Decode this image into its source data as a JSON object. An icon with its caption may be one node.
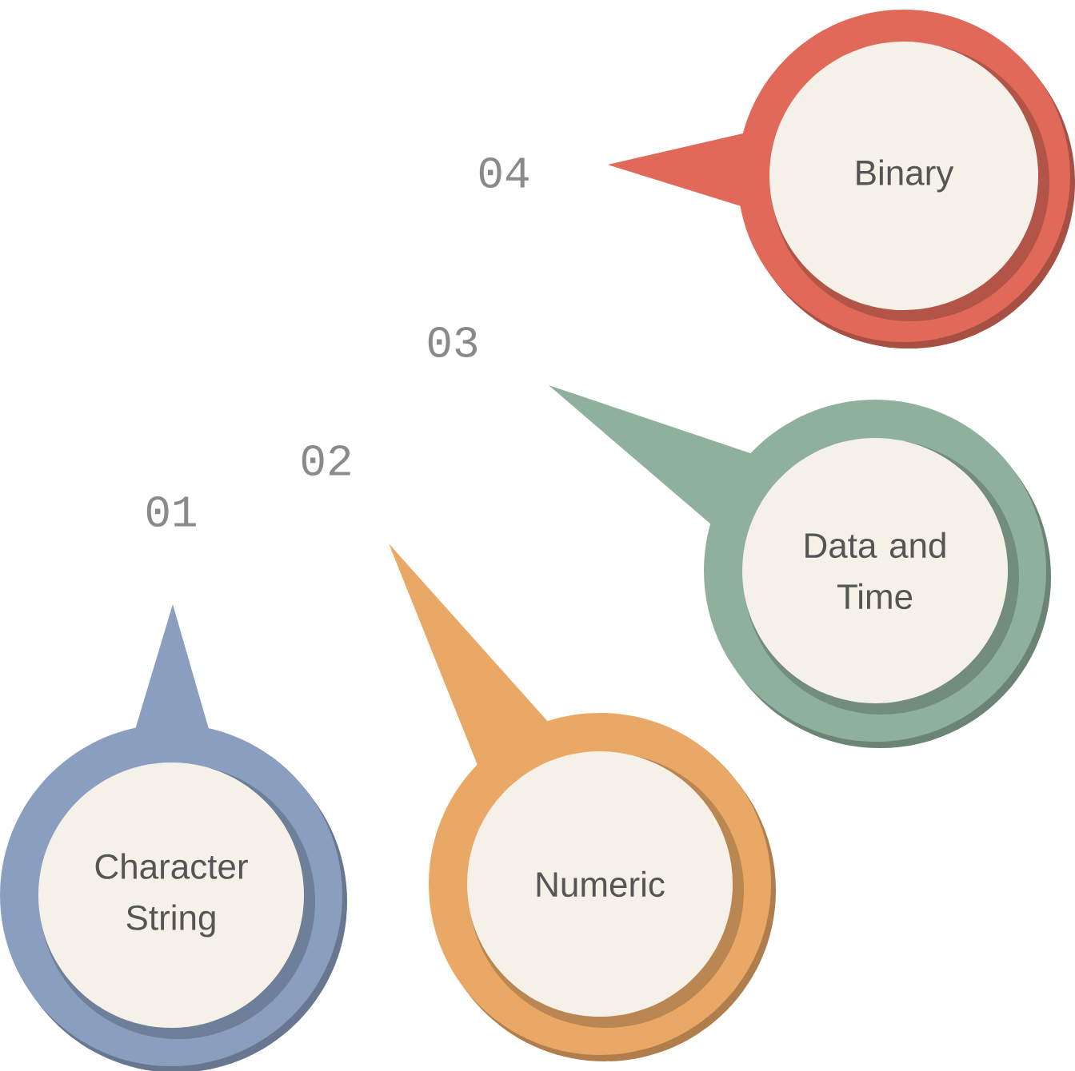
{
  "diagram": {
    "nodes": [
      {
        "text": [
          "Binary"
        ],
        "beside": [
          "04"
        ]
      },
      {
        "text": [
          "Data and Time"
        ],
        "beside": [
          "03"
        ]
      },
      {
        "text": [
          "Character String"
        ],
        "beside": [
          "01"
        ]
      },
      {
        "text": [
          "Numeric"
        ],
        "beside": [
          "02"
        ]
      }
    ]
  }
}
